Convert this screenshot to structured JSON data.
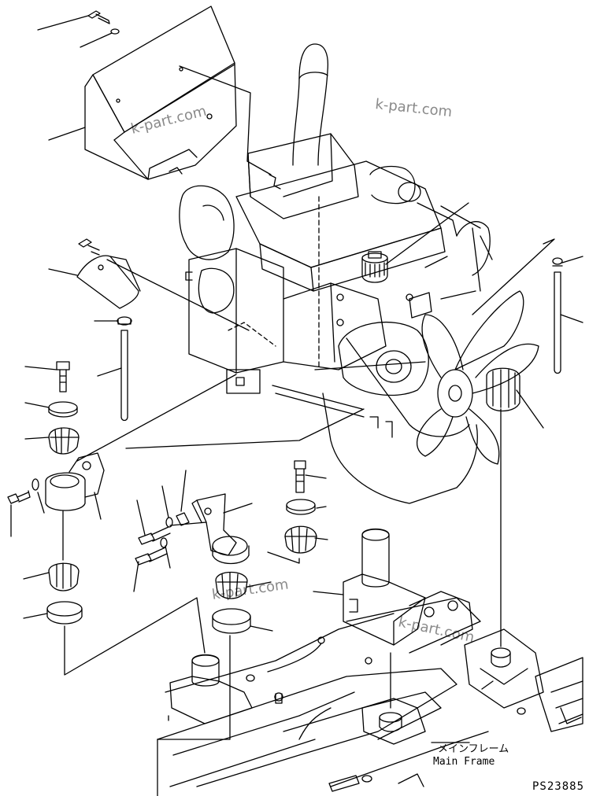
{
  "diagram": {
    "watermarks": [
      "k-part.com",
      "k-part.com",
      "k-part.com",
      "k-part.com"
    ],
    "labels": {
      "main_frame_jp": "メインフレーム",
      "main_frame_en": "Main Frame"
    },
    "drawing_number": "PS23885"
  },
  "colors": {
    "line": "#000000",
    "watermark": "#8a8a8a",
    "background": "#ffffff"
  }
}
